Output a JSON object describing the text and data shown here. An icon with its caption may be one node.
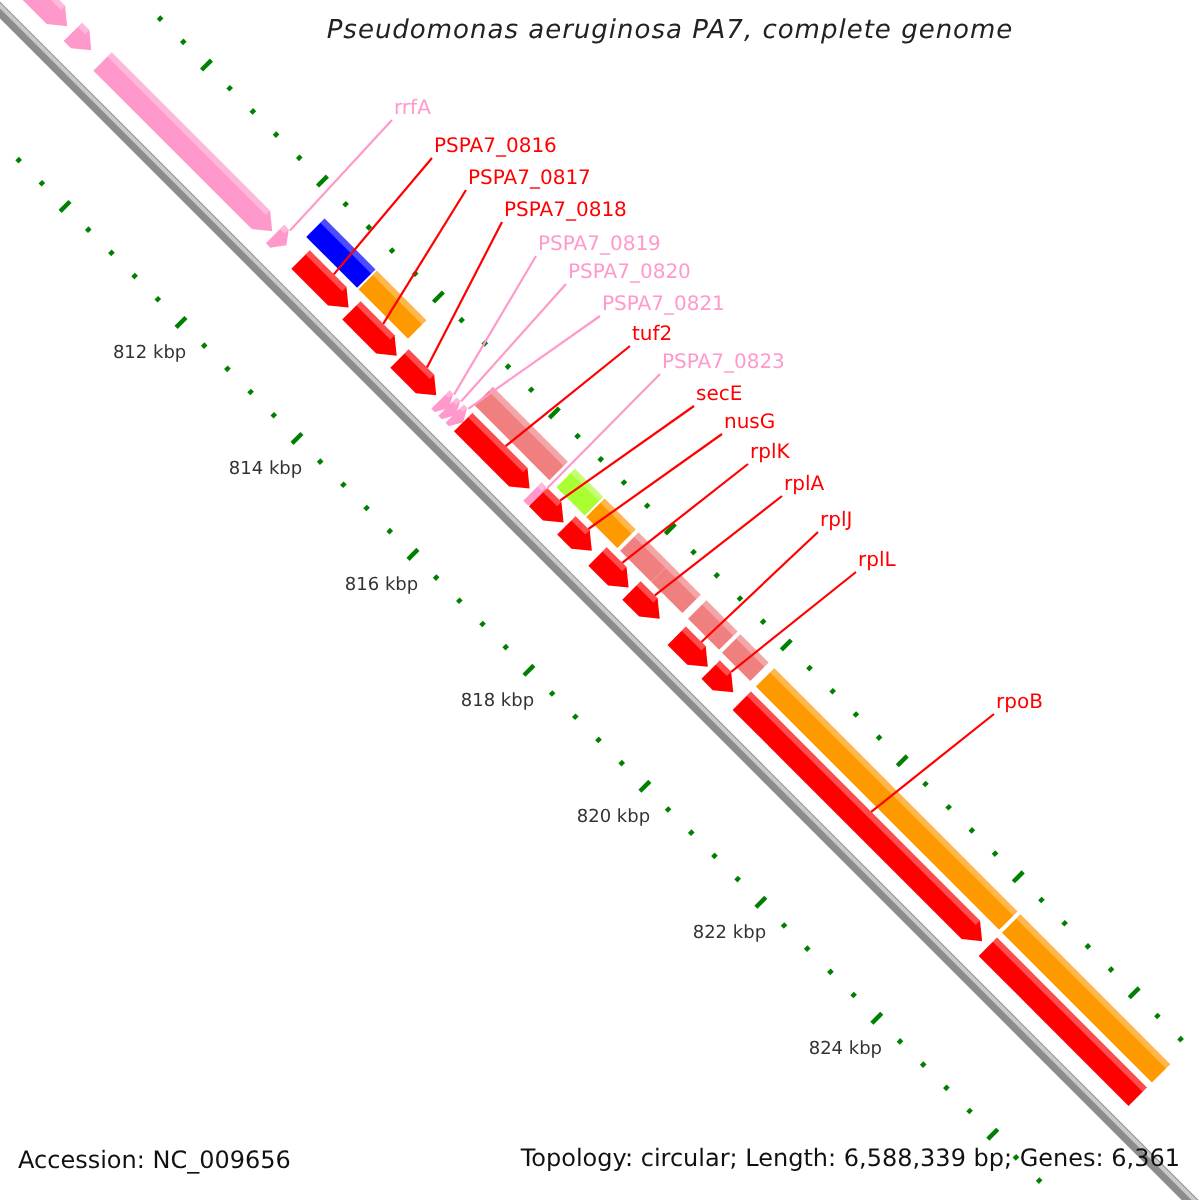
{
  "diagram": {
    "title": "Pseudomonas aeruginosa PA7, complete genome",
    "nodes": [
      {
        "text": [
          "rrfA"
        ]
      },
      {
        "text": [
          "PSPA7_0816"
        ]
      },
      {
        "text": [
          "PSPA7_0817"
        ]
      },
      {
        "text": [
          "PSPA7_0818"
        ]
      },
      {
        "text": [
          "PSPA7_0819"
        ]
      },
      {
        "text": [
          "PSPA7_0820"
        ]
      },
      {
        "text": [
          "PSPA7_0821"
        ]
      },
      {
        "text": [
          "tuf2"
        ]
      },
      {
        "text": [
          "PSPA7_0823"
        ]
      },
      {
        "text": [
          "secE"
        ]
      },
      {
        "text": [
          "nusG"
        ]
      },
      {
        "text": [
          "rplK"
        ]
      },
      {
        "text": [
          "rplA"
        ]
      },
      {
        "text": [
          "rplJ"
        ]
      },
      {
        "text": [
          "rplL"
        ]
      },
      {
        "text": [
          "rpoB"
        ]
      },
      {
        "text": [],
        "shape": "arrow"
      },
      {
        "text": [],
        "shape": "arrow"
      },
      {
        "text": [],
        "shape": "arrow"
      },
      {
        "text": [],
        "shape": "arrow"
      },
      {
        "text": [],
        "shape": "bar"
      },
      {
        "text": [],
        "shape": "arrow"
      },
      {
        "text": [],
        "shape": "bar"
      },
      {
        "text": [],
        "shape": "arrow"
      },
      {
        "text": [],
        "shape": "arrow"
      },
      {
        "text": [],
        "shape": "arrow"
      },
      {
        "text": [],
        "shape": "arrow"
      },
      {
        "text": [],
        "shape": "arrow"
      },
      {
        "text": [],
        "shape": "bar"
      },
      {
        "text": [],
        "shape": "arrow"
      },
      {
        "text": [],
        "shape": "arrow"
      },
      {
        "text": [],
        "shape": "arrow"
      },
      {
        "text": [],
        "shape": "bar"
      },
      {
        "text": [],
        "shape": "arrow"
      },
      {
        "text": [],
        "shape": "bar"
      },
      {
        "text": [],
        "shape": "arrow"
      },
      {
        "text": [],
        "shape": "bar"
      },
      {
        "text": [],
        "shape": "arrow"
      },
      {
        "text": [],
        "shape": "bar"
      },
      {
        "text": [],
        "shape": "bar"
      },
      {
        "text": [],
        "shape": "arrow"
      },
      {
        "text": [],
        "shape": "bar"
      },
      {
        "text": [],
        "shape": "arrow"
      },
      {
        "text": [],
        "shape": "arrow"
      },
      {
        "text": [],
        "shape": "bar"
      },
      {
        "text": [],
        "shape": "bar"
      },
      {
        "text": [],
        "shape": "bar"
      }
    ],
    "edges": [
      {
        "from": 0,
        "to": 19,
        "arrow": "none",
        "color": "#ff99cc"
      },
      {
        "from": 1,
        "to": 21,
        "arrow": "none"
      },
      {
        "from": 2,
        "to": 23,
        "arrow": "none"
      },
      {
        "from": 3,
        "to": 24,
        "arrow": "none"
      },
      {
        "from": 4,
        "to": 25,
        "arrow": "none",
        "color": "#ff99cc"
      },
      {
        "from": 5,
        "to": 26,
        "arrow": "none",
        "color": "#ff99cc"
      },
      {
        "from": 6,
        "to": 27,
        "arrow": "none",
        "color": "#ff99cc"
      },
      {
        "from": 7,
        "to": 29,
        "arrow": "none"
      },
      {
        "from": 8,
        "to": 30,
        "arrow": "none",
        "color": "#ff99cc"
      },
      {
        "from": 9,
        "to": 31,
        "arrow": "none"
      },
      {
        "from": 10,
        "to": 33,
        "arrow": "none"
      },
      {
        "from": 11,
        "to": 35,
        "arrow": "none"
      },
      {
        "from": 12,
        "to": 37,
        "arrow": "none"
      },
      {
        "from": 13,
        "to": 40,
        "arrow": "none"
      },
      {
        "from": 14,
        "to": 42,
        "arrow": "none"
      },
      {
        "from": 15,
        "to": 43,
        "arrow": "none"
      }
    ],
    "labels": [
      "812 kbp",
      "814 kbp",
      "816 kbp",
      "818 kbp",
      "820 kbp",
      "822 kbp",
      "824 kbp",
      "Accession: NC_009656",
      "Topology: circular; Length: 6,588,339 bp; Genes: 6,361"
    ]
  }
}
